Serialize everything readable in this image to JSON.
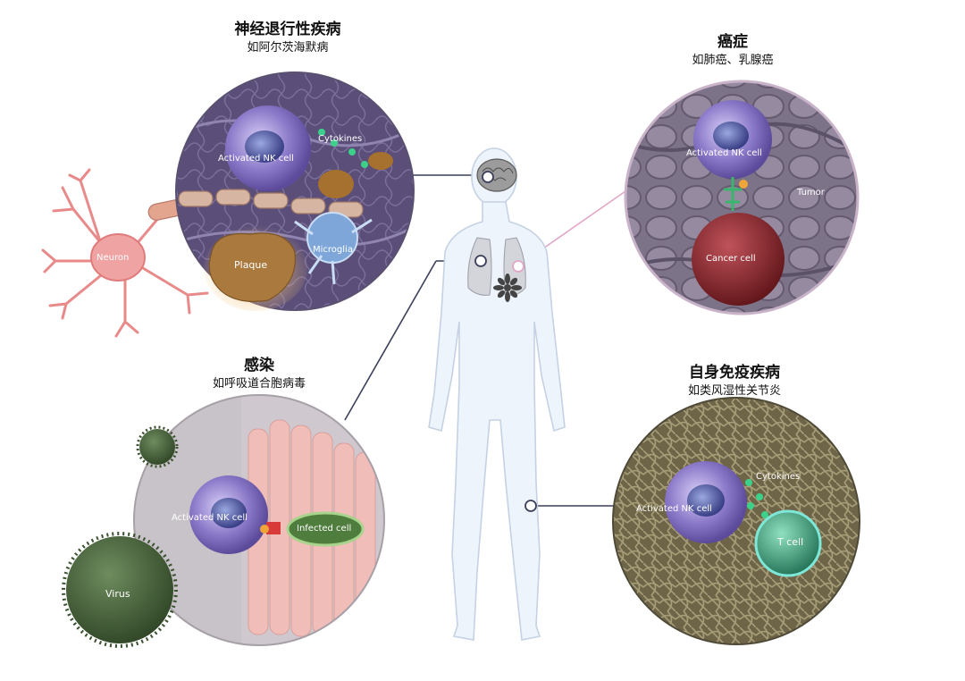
{
  "panels": {
    "neuro": {
      "title": "神经退行性疾病",
      "subtitle": "如阿尔茨海默病",
      "labels": {
        "nk": "Activated NK  cell",
        "cytokines": "Cytokines",
        "neuron": "Neuron",
        "plaque": "Plaque",
        "microglia": "Microglia"
      }
    },
    "cancer": {
      "title": "癌症",
      "subtitle": "如肺癌、乳腺癌",
      "labels": {
        "nk": "Activated NK  cell",
        "tumor": "Tumor",
        "cancer_cell": "Cancer  cell"
      }
    },
    "infection": {
      "title": "感染",
      "subtitle": "如呼吸道合胞病毒",
      "labels": {
        "nk": "Activated NK  cell",
        "infected": "Infected  cell",
        "virus": "Virus"
      }
    },
    "autoimmune": {
      "title": "自身免疫疾病",
      "subtitle": "如类风湿性关节炎",
      "labels": {
        "nk": "Activated NK  cell",
        "cytokines": "Cytokines",
        "tcell": "T cell"
      }
    }
  },
  "colors": {
    "connector": "#3b3f5c",
    "nk_cell": "#8a78c8",
    "plaque": "#b07a3c",
    "cancer_cell": "#8a2a2e",
    "virus": "#4d6b3f",
    "tcell": "#2f8a6a",
    "body_outline": "#c9d4e4"
  }
}
